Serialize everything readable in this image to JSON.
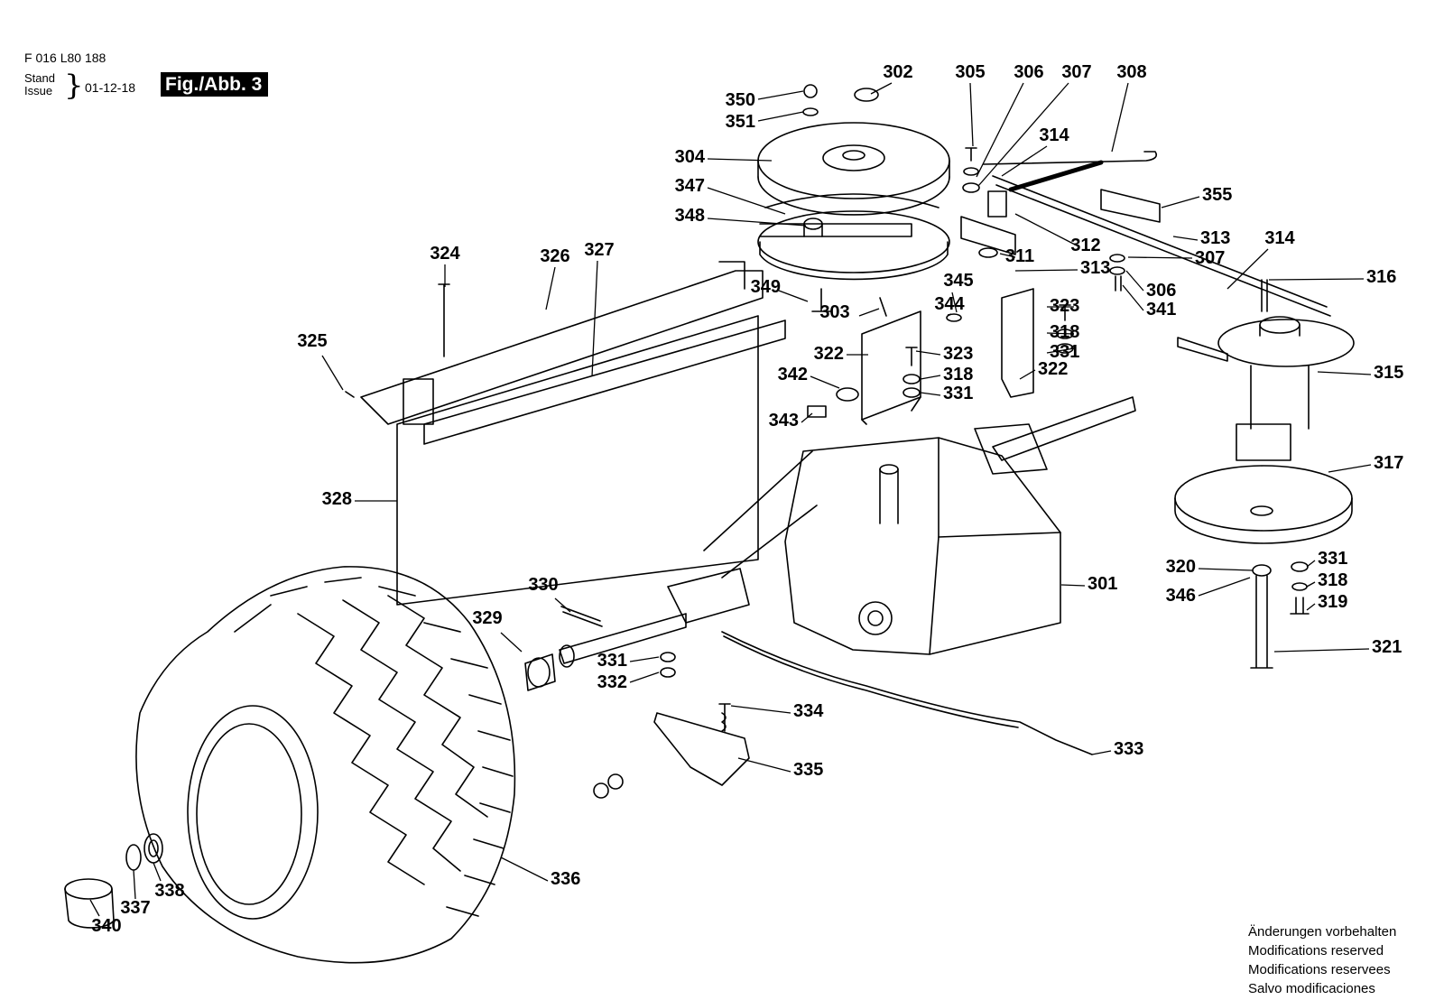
{
  "header": {
    "doc_number": "F 016 L80 188",
    "stand_label": "Stand",
    "issue_label": "Issue",
    "date": "01-12-18",
    "figure_label": "Fig./Abb. 3"
  },
  "callouts": [
    "302",
    "305",
    "306",
    "307",
    "308",
    "350",
    "351",
    "304",
    "314",
    "347",
    "348",
    "355",
    "313",
    "307",
    "314",
    "312",
    "311",
    "313",
    "306",
    "341",
    "316",
    "324",
    "326",
    "327",
    "349",
    "345",
    "303",
    "344",
    "323",
    "318",
    "331",
    "322",
    "323",
    "318",
    "331",
    "342",
    "322",
    "325",
    "343",
    "315",
    "317",
    "328",
    "301",
    "330",
    "329",
    "331",
    "332",
    "320",
    "331",
    "318",
    "346",
    "319",
    "321",
    "334",
    "333",
    "335",
    "336",
    "338",
    "337",
    "340"
  ],
  "notes": [
    "Änderungen vorbehalten",
    "Modifications reserved",
    "Modifications reservees",
    "Salvo modificaciones"
  ]
}
